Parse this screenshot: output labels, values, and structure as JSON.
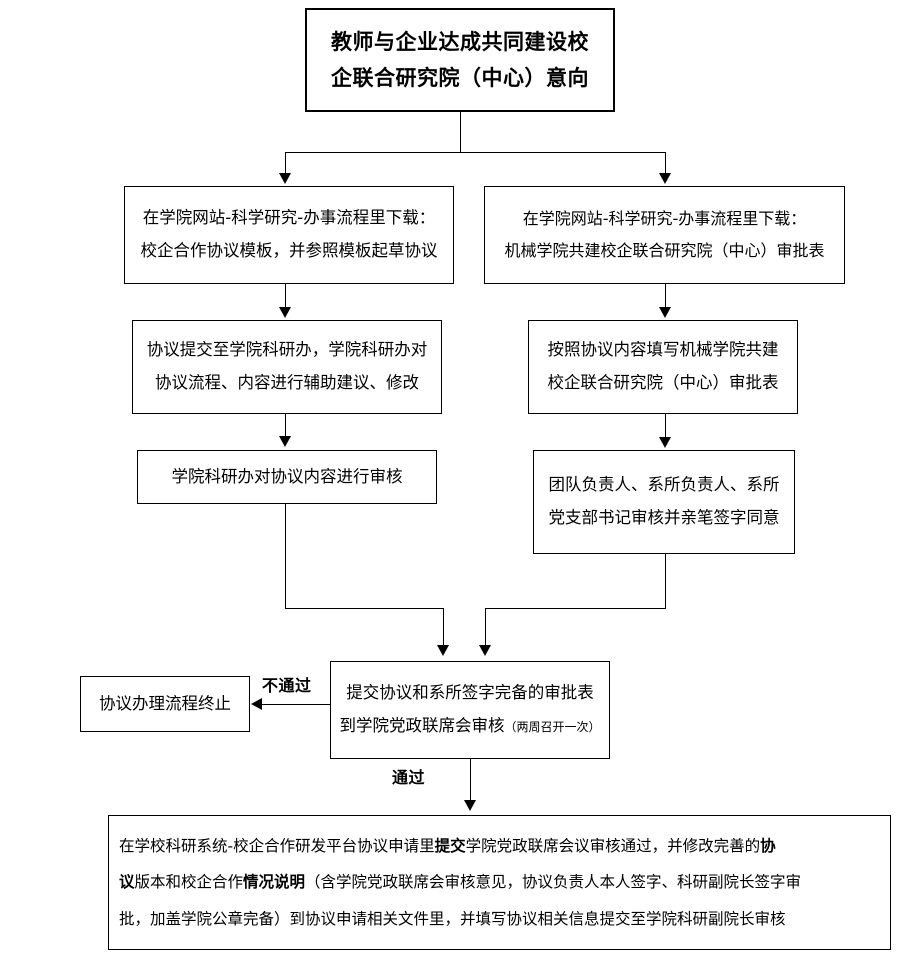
{
  "diagram": {
    "title_box": {
      "lines": [
        "教师与企业达成共同建设校",
        "企联合研究院（中心）意向"
      ]
    },
    "left_branch": [
      {
        "name": "download-agreement-template",
        "lines": [
          "在学院网站-科学研究-办事流程里下载：",
          "校企合作协议模板，并参照模板起草协议"
        ]
      },
      {
        "name": "submit-to-research-office",
        "lines": [
          "协议提交至学院科研办，学院科研办对",
          "协议流程、内容进行辅助建议、修改"
        ]
      },
      {
        "name": "research-office-review",
        "lines": [
          "学院科研办对协议内容进行审核"
        ]
      }
    ],
    "right_branch": [
      {
        "name": "download-approval-form",
        "lines": [
          "在学院网站-科学研究-办事流程里下载：",
          "机械学院共建校企联合研究院（中心）审批表"
        ]
      },
      {
        "name": "fill-approval-form",
        "lines": [
          "按照协议内容填写机械学院共建",
          "校企联合研究院（中心）审批表"
        ]
      },
      {
        "name": "leaders-sign-approval",
        "lines": [
          "团队负责人、系所负责人、系所",
          "党支部书记审核并亲笔签字同意"
        ]
      }
    ],
    "merge_box": {
      "name": "joint-meeting-review",
      "line1": "提交协议和系所签字完备的审批表",
      "line2_main": "到学院党政联席会审核",
      "line2_note": "（两周召开一次）"
    },
    "terminate_box": {
      "name": "process-terminated",
      "text": "协议办理流程终止"
    },
    "edge_labels": {
      "reject": "不通过",
      "approve": "通过"
    },
    "final_box": {
      "name": "final-submission",
      "line1": [
        {
          "t": "在学校科研系统-校企合作研发平台协议申请里",
          "b": false
        },
        {
          "t": "提交",
          "b": true
        },
        {
          "t": "学院党政联席会议审核通过，并修改完善的",
          "b": false
        },
        {
          "t": "协",
          "b": true
        }
      ],
      "line2": [
        {
          "t": "议",
          "b": true
        },
        {
          "t": "版本和校企合作",
          "b": false
        },
        {
          "t": "情况说明",
          "b": true
        },
        {
          "t": "（含学院党政联席会审核意见，协议负责人本人签字、科研副院长签字审",
          "b": false
        }
      ],
      "line3": [
        {
          "t": "批，加盖学院公章完备）到协议申请相关文件里，并填写协议相关信息提交至学院科研副院长审核",
          "b": false
        }
      ]
    },
    "colors": {
      "line": "#000000",
      "background": "#ffffff",
      "text": "#000000"
    }
  }
}
